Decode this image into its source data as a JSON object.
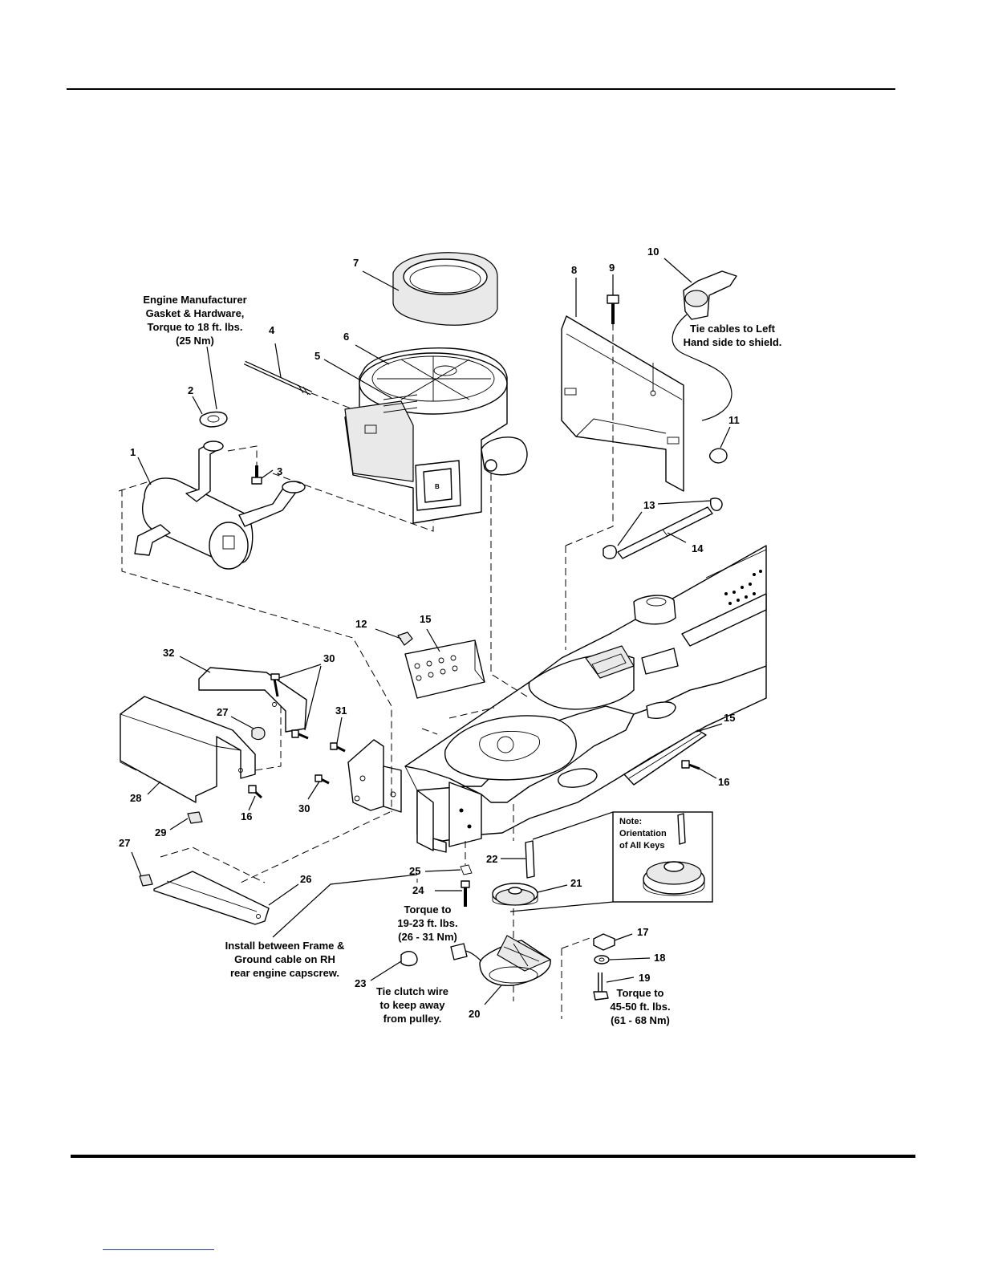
{
  "callouts": [
    {
      "id": "1",
      "label": "1"
    },
    {
      "id": "2",
      "label": "2"
    },
    {
      "id": "3",
      "label": "3"
    },
    {
      "id": "4",
      "label": "4"
    },
    {
      "id": "5",
      "label": "5"
    },
    {
      "id": "6",
      "label": "6"
    },
    {
      "id": "7",
      "label": "7"
    },
    {
      "id": "8",
      "label": "8"
    },
    {
      "id": "9",
      "label": "9"
    },
    {
      "id": "10",
      "label": "10"
    },
    {
      "id": "11",
      "label": "11"
    },
    {
      "id": "12",
      "label": "12"
    },
    {
      "id": "13",
      "label": "13"
    },
    {
      "id": "14",
      "label": "14"
    },
    {
      "id": "15a",
      "label": "15"
    },
    {
      "id": "15b",
      "label": "15"
    },
    {
      "id": "16a",
      "label": "16"
    },
    {
      "id": "16b",
      "label": "16"
    },
    {
      "id": "17",
      "label": "17"
    },
    {
      "id": "18",
      "label": "18"
    },
    {
      "id": "19",
      "label": "19"
    },
    {
      "id": "20",
      "label": "20"
    },
    {
      "id": "21",
      "label": "21"
    },
    {
      "id": "22",
      "label": "22"
    },
    {
      "id": "23",
      "label": "23"
    },
    {
      "id": "24",
      "label": "24"
    },
    {
      "id": "25",
      "label": "25"
    },
    {
      "id": "26",
      "label": "26"
    },
    {
      "id": "27a",
      "label": "27"
    },
    {
      "id": "27b",
      "label": "27"
    },
    {
      "id": "28",
      "label": "28"
    },
    {
      "id": "29",
      "label": "29"
    },
    {
      "id": "30a",
      "label": "30"
    },
    {
      "id": "30b",
      "label": "30"
    },
    {
      "id": "31",
      "label": "31"
    },
    {
      "id": "32",
      "label": "32"
    }
  ],
  "notes": {
    "engine_gasket": [
      "Engine Manufacturer",
      "Gasket & Hardware,",
      "Torque to 18 ft. lbs.",
      "(25 Nm)"
    ],
    "tie_cables": [
      "Tie cables to Left",
      "Hand side to shield."
    ],
    "key_orientation": [
      "Note:",
      "Orientation",
      "of All Keys"
    ],
    "torque_capscrew": [
      "Torque to",
      "19-23 ft. lbs.",
      "(26 - 31 Nm)"
    ],
    "ground_cable": [
      "Install between Frame &",
      "Ground cable on RH",
      "rear engine capscrew."
    ],
    "tie_clutch": [
      "Tie clutch wire",
      "to keep away",
      "from pulley."
    ],
    "torque_bolt": [
      "Torque to",
      "45-50 ft. lbs.",
      "(61 - 68 Nm)"
    ]
  }
}
